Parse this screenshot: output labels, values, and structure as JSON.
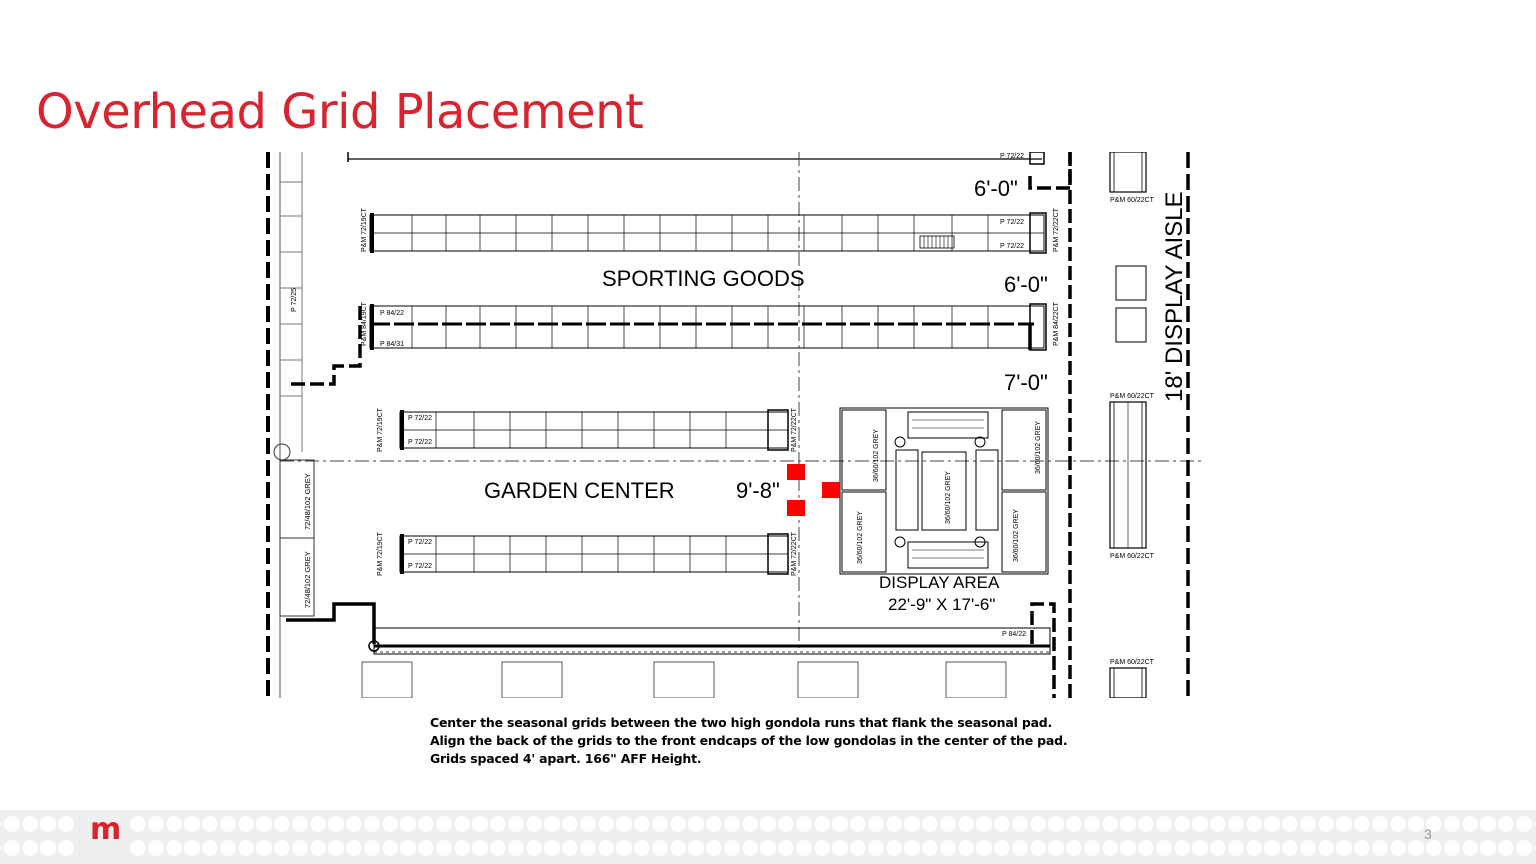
{
  "slide": {
    "title": "Overhead Grid Placement",
    "page_number": "3",
    "logo_text": "m"
  },
  "plan": {
    "areas": {
      "sporting_goods": "SPORTING GOODS",
      "garden_center": "GARDEN CENTER",
      "display_area": "DISPLAY AREA",
      "display_size": "22'-9\" X 17'-6\"",
      "display_aisle": "18' DISPLAY AISLE"
    },
    "dimensions": {
      "top": "6'-0\"",
      "middle": "6'-0\"",
      "lower": "7'-0\"",
      "garden": "9'-8\""
    },
    "small_labels": {
      "r1_end": "P&M 72/19CT",
      "r1_end_right": "P&M 72/22CT",
      "r1_tag_top": "P 72/22",
      "r1_tag_bottom": "P 72/22",
      "r2_end": "P&M 84/19CT",
      "r2_end_right": "P&M 84/22CT",
      "r2_tag_top": "P 84/22",
      "r2_tag_bottom": "P 84/31",
      "r3_end": "P&M 72/19CT",
      "r3_end_right": "P&M 72/22CT",
      "r3_tag_top": "P 72/22",
      "r3_tag_bottom": "P 72/22",
      "r4_end": "P&M 72/19CT",
      "r4_end_right": "P&M 72/22CT",
      "r4_tag_top": "P 72/22",
      "r4_tag_bottom": "P 72/22",
      "top_tag": "P 72/22",
      "left_tag": "P 72/25",
      "right_pm_1": "P&M 60/22CT",
      "right_pm_2": "P&M 60/22CT",
      "right_pm_3": "P&M 60/22CT",
      "right_pm_4": "P&M 60/22CT",
      "pallet_grey_1": "36/60/102 GREY",
      "pallet_grey_2": "36/60/102 GREY",
      "pallet_grey_3": "36/60/102 GREY",
      "pallet_grey_4": "36/60/102 GREY",
      "pallet_grey_5": "36/60/102 GREY",
      "left_grey_1": "72/48/102 GREY",
      "left_grey_2": "72/48/102 GREY",
      "bottom_tag": "P 84/22"
    }
  },
  "notes": {
    "line1": "Center the seasonal grids between the two high gondola runs that flank the seasonal pad.",
    "line2": "Align the back of the grids to the front endcaps of the low gondolas in the center of the pad.",
    "line3": "Grids spaced 4' apart.  166\" AFF Height."
  },
  "colors": {
    "accent": "#d9232e",
    "grid_marker": "#ff0000"
  }
}
